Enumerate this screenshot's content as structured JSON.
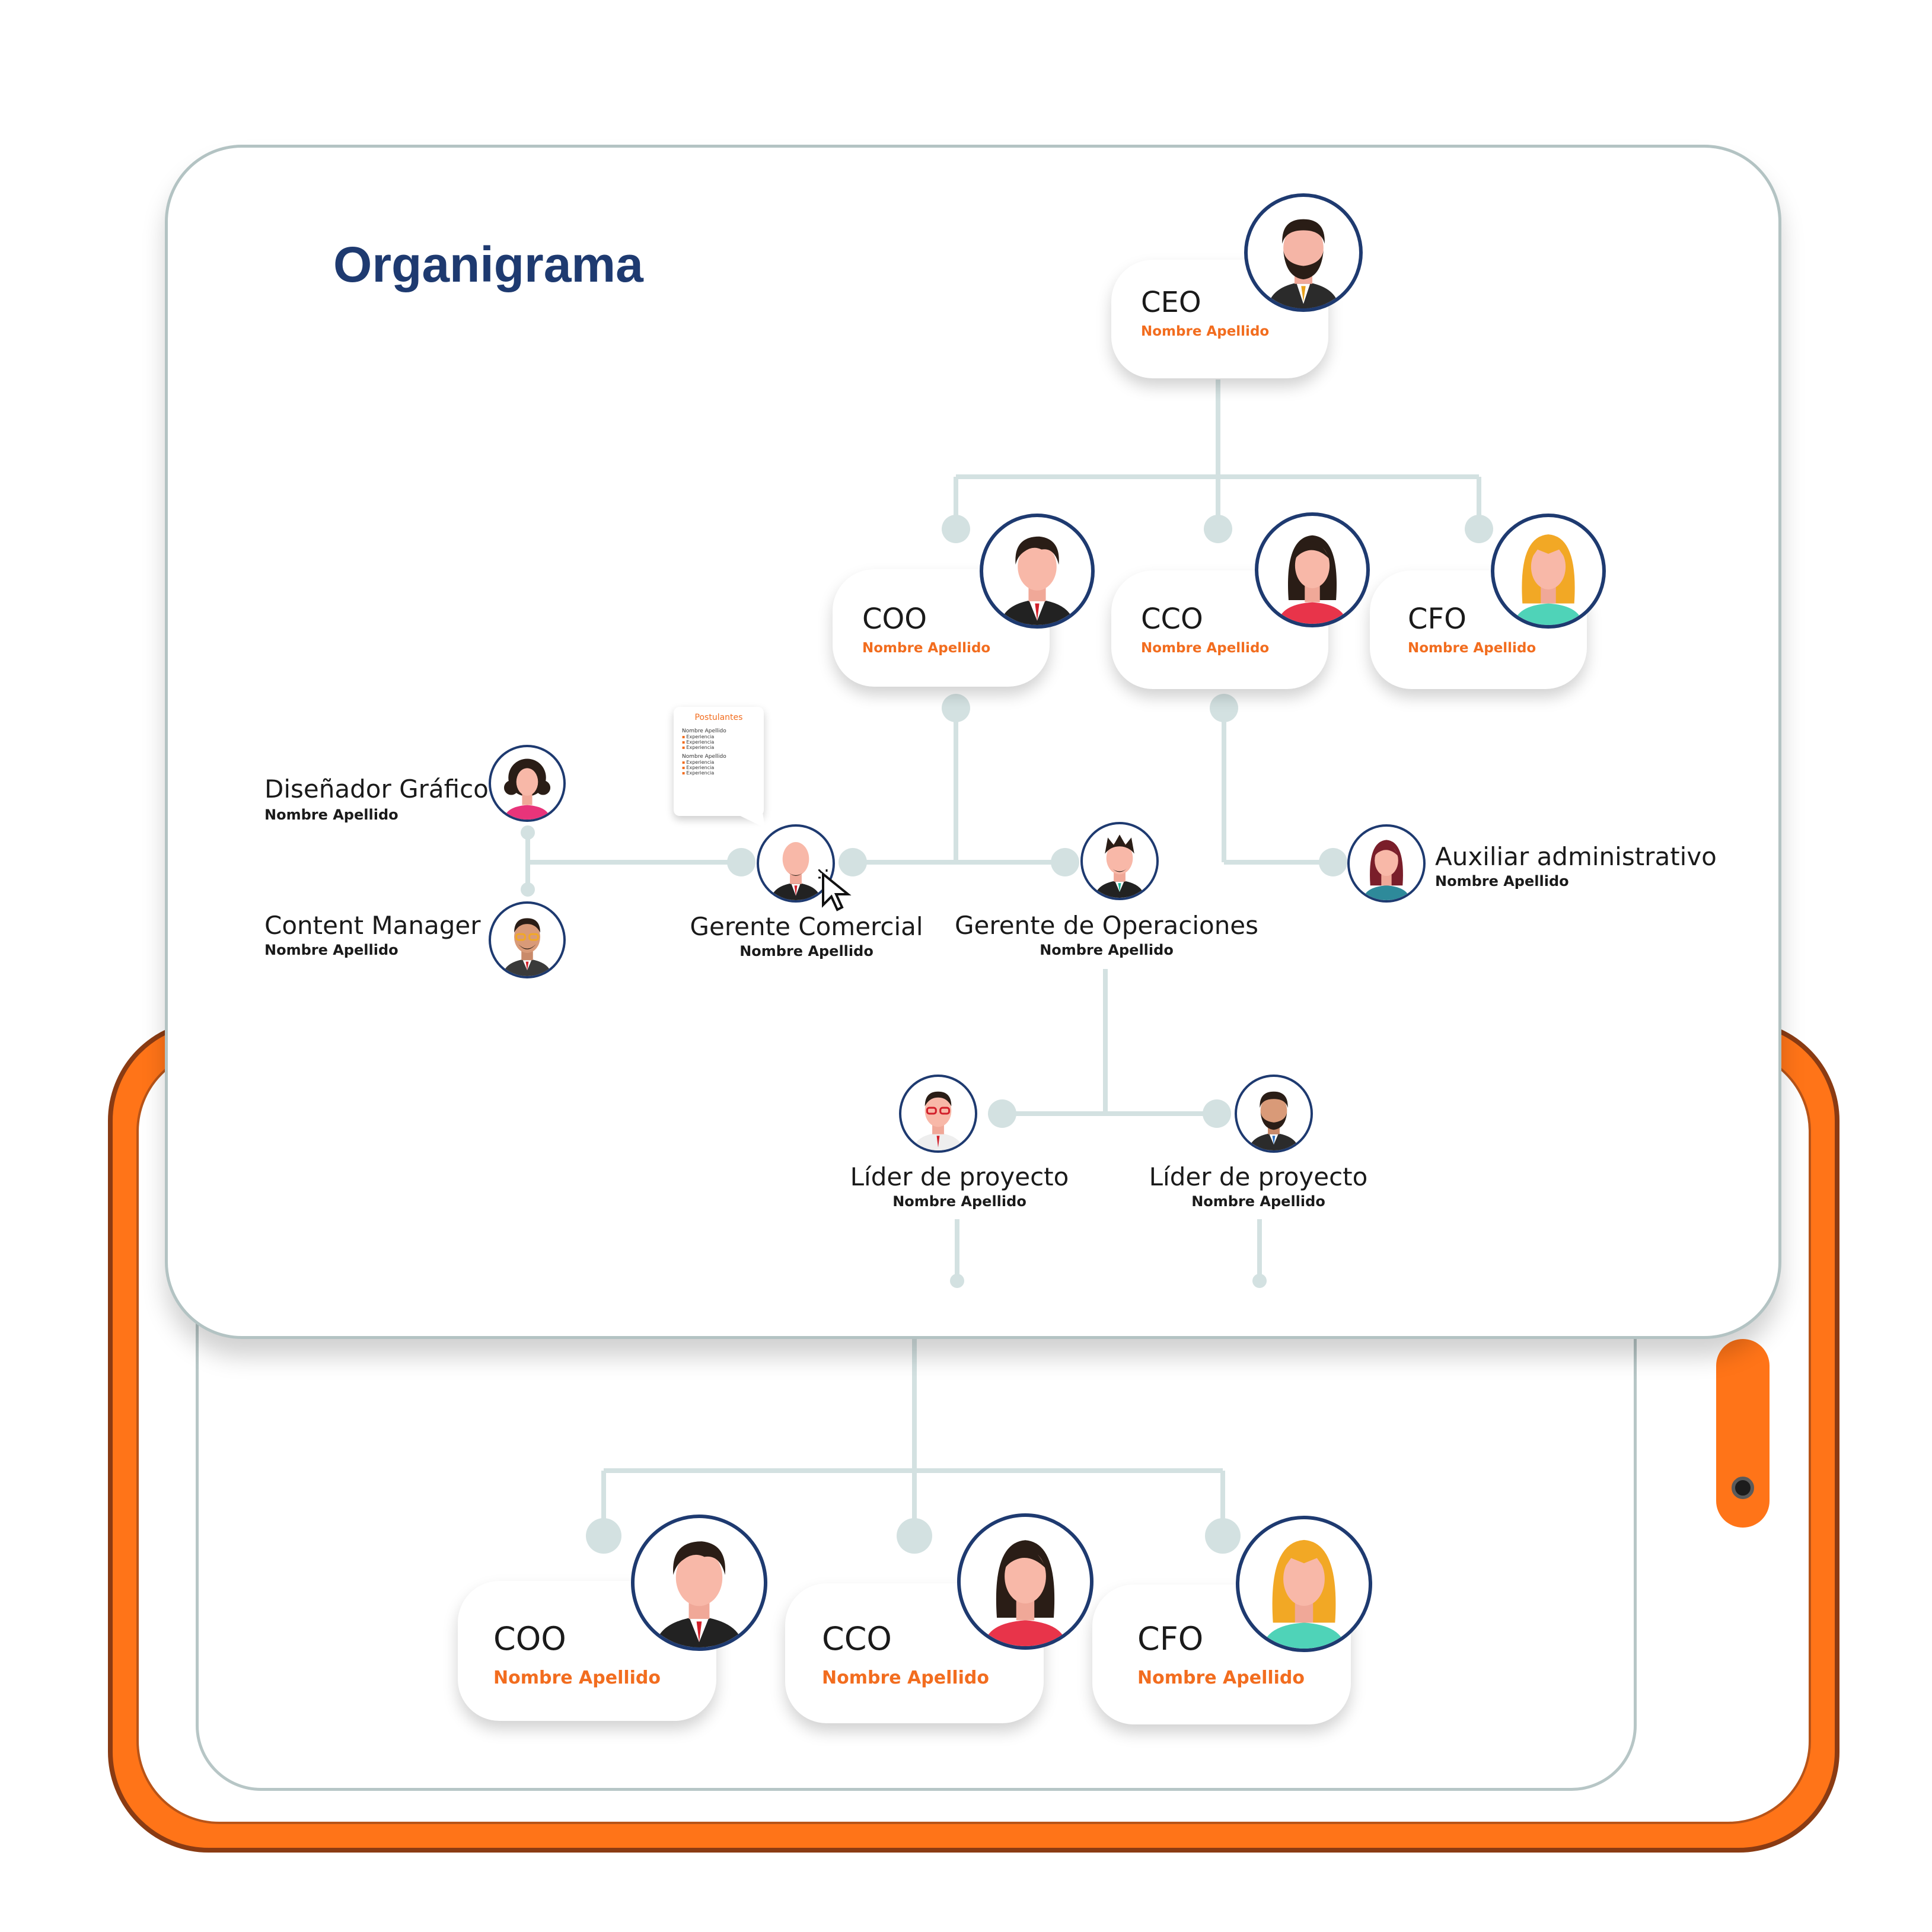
{
  "title": "Organigrama",
  "colors": {
    "accent": "#f26d1f",
    "navy": "#1e3a70",
    "connector": "#d3e1e1",
    "device": "#ff7418"
  },
  "top_cards": [
    {
      "id": "ceo",
      "title": "CEO",
      "name": "Nombre Apellido",
      "avatar": "man-beard-icon"
    },
    {
      "id": "coo",
      "title": "COO",
      "name": "Nombre Apellido",
      "avatar": "man-suit-icon"
    },
    {
      "id": "cco",
      "title": "CCO",
      "name": "Nombre Apellido",
      "avatar": "woman-dark-hair-icon"
    },
    {
      "id": "cfo",
      "title": "CFO",
      "name": "Nombre Apellido",
      "avatar": "woman-blonde-icon"
    }
  ],
  "people": {
    "disenador": {
      "role": "Diseñador Gráfico",
      "name": "Nombre Apellido",
      "avatar": "woman-curly-hair-icon"
    },
    "content": {
      "role": "Content Manager",
      "name": "Nombre Apellido",
      "avatar": "man-glasses-icon"
    },
    "gerente_comercial": {
      "role": "Gerente Comercial",
      "name": "Nombre Apellido",
      "avatar": "man-bald-icon"
    },
    "gerente_operaciones": {
      "role": "Gerente de Operaciones",
      "name": "Nombre Apellido",
      "avatar": "man-spiky-hair-icon"
    },
    "auxiliar": {
      "role": "Auxiliar administrativo",
      "name": "Nombre Apellido",
      "avatar": "woman-red-hair-icon"
    },
    "lider1": {
      "role": "Líder de proyecto",
      "name": "Nombre Apellido",
      "avatar": "man-white-glasses-icon"
    },
    "lider2": {
      "role": "Líder de proyecto",
      "name": "Nombre Apellido",
      "avatar": "man-beard-suit-icon"
    }
  },
  "popup": {
    "title": "Postulantes",
    "groups": [
      {
        "name": "Nombre Apellido",
        "items": [
          "Experiencia",
          "Experiencia",
          "Experiencia"
        ]
      },
      {
        "name": "Nombre Apellido",
        "items": [
          "Experiencia",
          "Experiencia",
          "Experiencia"
        ]
      }
    ]
  },
  "back_cards": [
    {
      "id": "coo",
      "title": "COO",
      "name": "Nombre Apellido",
      "avatar": "man-suit-icon"
    },
    {
      "id": "cco",
      "title": "CCO",
      "name": "Nombre Apellido",
      "avatar": "woman-dark-hair-icon"
    },
    {
      "id": "cfo",
      "title": "CFO",
      "name": "Nombre Apellido",
      "avatar": "woman-blonde-icon"
    }
  ]
}
